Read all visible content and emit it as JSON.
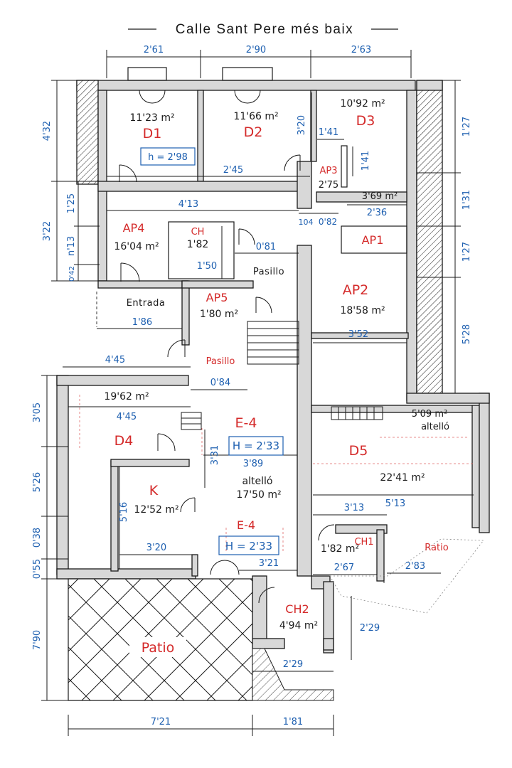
{
  "street": "Calle Sant Pere més baix",
  "rooms": {
    "d1": {
      "name": "D1",
      "area": "11'23 m²",
      "height": "h = 2'98"
    },
    "d2": {
      "name": "D2",
      "area": "11'66 m²"
    },
    "d3": {
      "name": "D3",
      "area": "10'92 m²"
    },
    "ap3": {
      "name": "AP3",
      "area": "2'75"
    },
    "ap1": {
      "name": "AP1",
      "area": "3'69 m²"
    },
    "ap4": {
      "name": "AP4",
      "area": "16'04 m²"
    },
    "ch": {
      "name": "CH",
      "area": "1'82"
    },
    "ap5": {
      "name": "AP5",
      "area": "1'80 m²"
    },
    "ap2": {
      "name": "AP2",
      "area": "18'58 m²"
    },
    "d4": {
      "name": "D4",
      "area": "19'62 m²"
    },
    "k": {
      "name": "K",
      "area": "12'52 m²"
    },
    "e4a": {
      "name": "E-4",
      "height": "H = 2'33"
    },
    "e4b": {
      "name": "E-4",
      "height": "H = 2'33"
    },
    "altello_main": {
      "label": "altelló",
      "area": "17'50 m²"
    },
    "d5": {
      "name": "D5",
      "area": "22'41 m²"
    },
    "altello_d5": {
      "label": "altelló",
      "area": "5'09 m²"
    },
    "ch1": {
      "name": "CH1",
      "area": "1'82 m²"
    },
    "ch2": {
      "name": "CH2",
      "area": "4'94 m²"
    },
    "patio": {
      "name": "Patio"
    },
    "ratio": {
      "name": "Ratio"
    },
    "pasillo1": {
      "label": "Pasillo"
    },
    "pasillo2": {
      "label": "Pasillo"
    },
    "entrada": {
      "label": "Entrada"
    }
  },
  "dims": {
    "top1": "2'61",
    "top2": "2'90",
    "top3": "2'63",
    "left_432": "4'32",
    "left_322": "3'22",
    "left_125": "1'25",
    "left_113": "n'13",
    "left_042": "0'42",
    "left_305": "3'05",
    "left_526": "5'26",
    "left_038": "0'38",
    "left_055": "0'55",
    "left_790": "7'90",
    "right_127a": "1'27",
    "right_131": "1'31",
    "right_127b": "1'27",
    "right_528": "5'28",
    "d2_320": "3'20",
    "d2_245": "2'45",
    "d3_141a": "1'41",
    "d3_141b": "1'41",
    "ap1_236": "2'36",
    "d_104": "104",
    "d_082": "0'82",
    "ap4_413": "4'13",
    "ch_150": "1'50",
    "pas_081": "0'81",
    "ent_186": "1'86",
    "ap2_352": "3'52",
    "w_445a": "4'45",
    "pas_084": "0'84",
    "d4_445": "4'45",
    "e4_331": "3'31",
    "e4_389": "3'89",
    "d5_513": "5'13",
    "d5_313": "3'13",
    "k_516": "5'16",
    "k_320": "3'20",
    "e4_321": "3'21",
    "ch1_267": "2'67",
    "ratio_283": "2'83",
    "ch2_229v": "2'29",
    "ch2_229h": "2'29",
    "bot_721": "7'21",
    "bot_181": "1'81"
  }
}
